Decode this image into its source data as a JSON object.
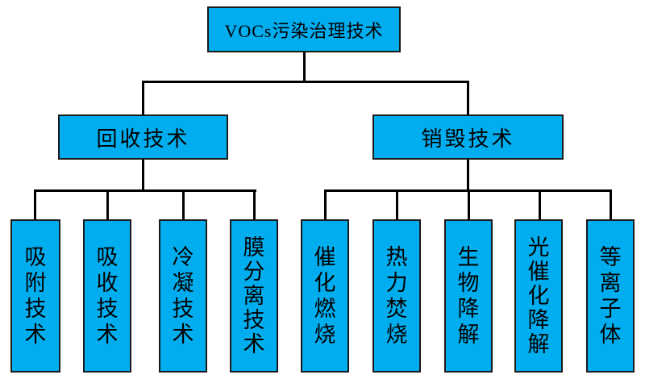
{
  "diagram": {
    "root": "VOCs污染治理技术",
    "branches": [
      {
        "label": "回收技术",
        "children": [
          "吸附技术",
          "吸收技术",
          "冷凝技术",
          "膜分离技术"
        ]
      },
      {
        "label": "销毁技术",
        "children": [
          "催化燃烧",
          "热力焚烧",
          "生物降解",
          "光催化降解",
          "等离子体"
        ]
      }
    ],
    "colors": {
      "node_fill": "#00AEEF",
      "node_border": "#1A1A1A",
      "connector": "#000000",
      "text": "#000000",
      "background": "#FFFFFF"
    }
  }
}
